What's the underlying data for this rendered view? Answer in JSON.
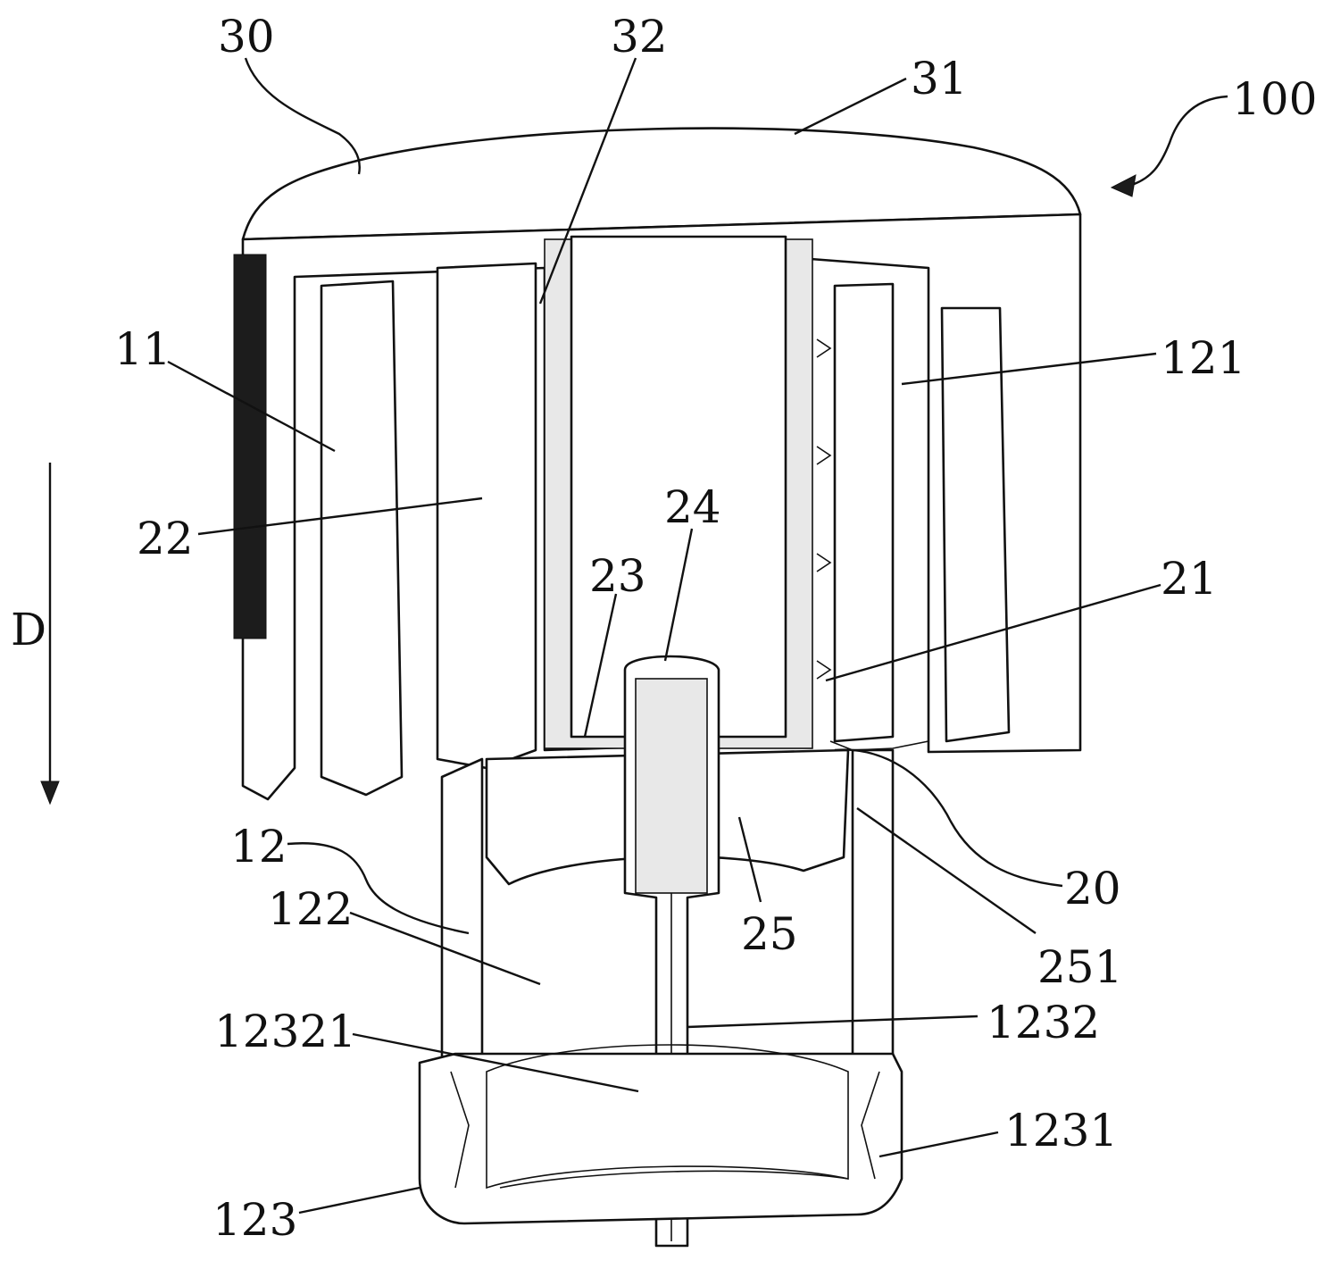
{
  "figure": {
    "reference_labels": [
      {
        "id": "30",
        "text": "30"
      },
      {
        "id": "32",
        "text": "32"
      },
      {
        "id": "31",
        "text": "31"
      },
      {
        "id": "100",
        "text": "100"
      },
      {
        "id": "11",
        "text": "11"
      },
      {
        "id": "121",
        "text": "121"
      },
      {
        "id": "22",
        "text": "22"
      },
      {
        "id": "24",
        "text": "24"
      },
      {
        "id": "23",
        "text": "23"
      },
      {
        "id": "21",
        "text": "21"
      },
      {
        "id": "D",
        "text": "D"
      },
      {
        "id": "12",
        "text": "12"
      },
      {
        "id": "20",
        "text": "20"
      },
      {
        "id": "122",
        "text": "122"
      },
      {
        "id": "25",
        "text": "25"
      },
      {
        "id": "251",
        "text": "251"
      },
      {
        "id": "12321",
        "text": "12321"
      },
      {
        "id": "1232",
        "text": "1232"
      },
      {
        "id": "1231",
        "text": "1231"
      },
      {
        "id": "123",
        "text": "123"
      }
    ]
  }
}
